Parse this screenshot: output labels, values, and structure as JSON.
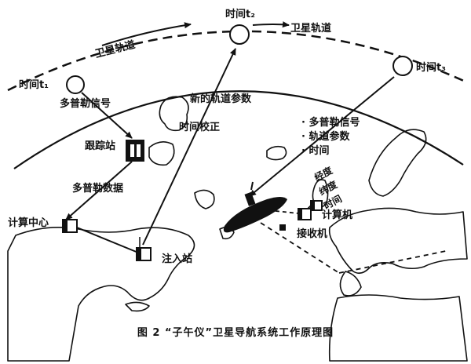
{
  "orbit": {
    "label_left": "卫星轨道",
    "label_right": "卫星轨道"
  },
  "satellites": [
    {
      "label": "时间t₁"
    },
    {
      "label": "时间t₂"
    },
    {
      "label": "时间t₃"
    }
  ],
  "labels": {
    "doppler_signal": "多普勒信号",
    "new_orbit_params": "新的轨道参数",
    "time_correction": "时间校正",
    "tracking_station": "跟踪站",
    "doppler_data": "多普勒数据",
    "computing_center": "计算中心",
    "injection_station": "注入站",
    "computer": "计算机",
    "receiver": "接收机"
  },
  "broadcast_list": [
    "· 多普勒信号",
    "· 轨道参数",
    "· 时间"
  ],
  "ship_output": {
    "longitude": "经度",
    "latitude": "纬度",
    "time": "时间"
  },
  "caption": "图 2 “子午仪”卫星导航系统工作原理图"
}
